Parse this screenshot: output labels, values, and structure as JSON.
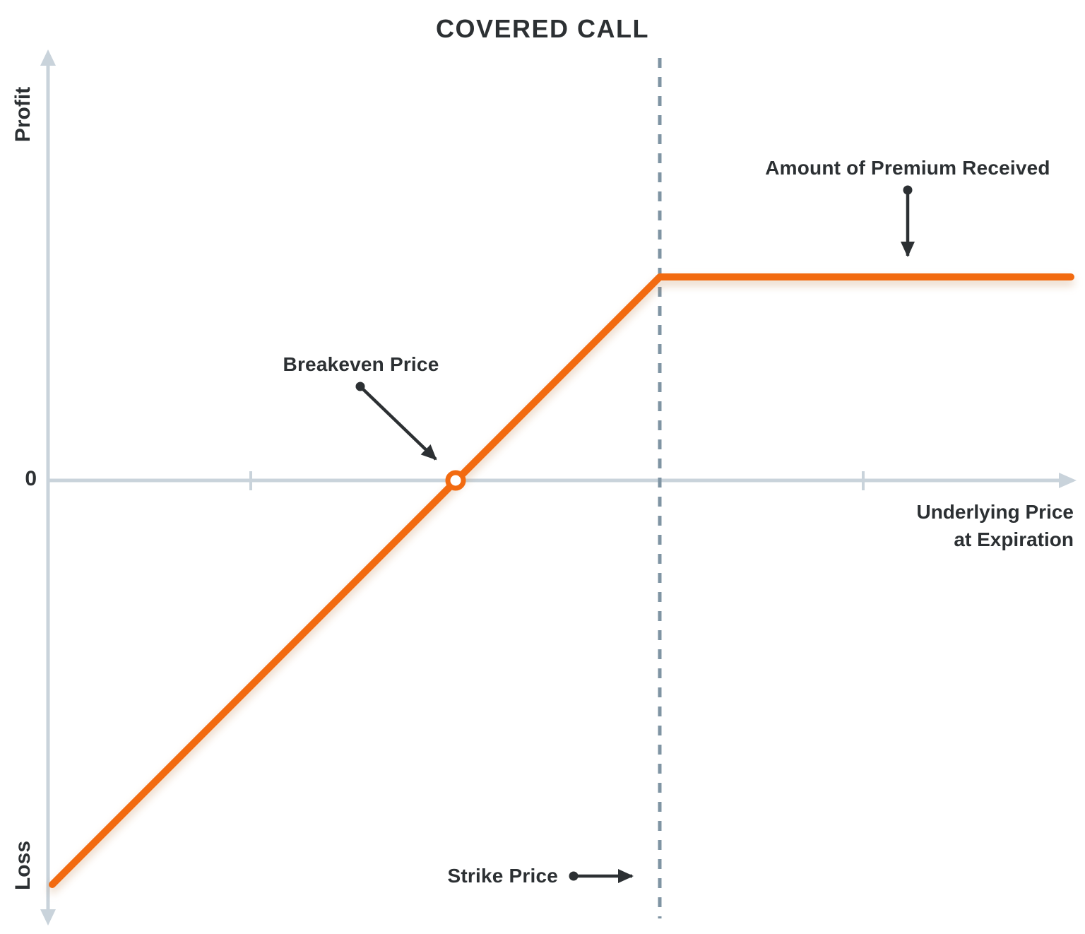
{
  "title": "COVERED CALL",
  "axes": {
    "profit_label": "Profit",
    "loss_label": "Loss",
    "zero_label": "0",
    "x_label_line1": "Underlying Price",
    "x_label_line2": "at Expiration"
  },
  "annotations": {
    "premium_label": "Amount of Premium Received",
    "breakeven_label": "Breakeven Price",
    "strike_label": "Strike Price"
  },
  "colors": {
    "payoff_line": "#F26A10",
    "axis": "#C9D3DB",
    "strike_dashed_line": "#7F94A3",
    "annotation_arrows_and_text": "#2C3033",
    "background": "#FFFFFF",
    "breakeven_marker_fill": "#FFFFFF"
  },
  "chart_data": {
    "type": "line",
    "title": "COVERED CALL",
    "xlabel": "Underlying Price at Expiration",
    "ylabel": "Profit (up) / Loss (down), zero marked 0",
    "grid": false,
    "legend": "none",
    "x_axis": {
      "style": "arrow pointing right, no numeric tick labels",
      "minor_tick_positions_fraction_of_axis": [
        0.197,
        0.793
      ]
    },
    "y_axis": {
      "style": "double-headed arrow (up and down), only zero labeled",
      "zero_label": "0"
    },
    "series": [
      {
        "name": "Covered call profit/loss at expiration",
        "color": "#F26A10",
        "shape": "rises at 45 degrees from deep loss, crosses zero at breakeven, caps flat at premium level from strike price onward",
        "x_fraction_of_axis": [
          0.004,
          0.397,
          0.595,
          0.995
        ],
        "y_in_premium_units": [
          -1.99,
          0.0,
          1.0,
          1.0
        ]
      }
    ],
    "markers": [
      {
        "type": "open_circle",
        "meaning": "Breakeven Price",
        "x_fraction_of_axis": 0.397,
        "y_in_premium_units": 0.0
      }
    ],
    "reference_lines": [
      {
        "type": "vertical_dashed",
        "meaning": "Strike Price",
        "x_fraction_of_axis": 0.595
      }
    ],
    "annotations": [
      {
        "text": "Amount of Premium Received",
        "arrow": "down",
        "points_to": "flat capped-profit segment of payoff line"
      },
      {
        "text": "Breakeven Price",
        "arrow": "down-right",
        "points_to": "open circle where payoff crosses zero line"
      },
      {
        "text": "Strike Price",
        "arrow": "right",
        "points_to": "vertical dashed strike line"
      }
    ]
  }
}
